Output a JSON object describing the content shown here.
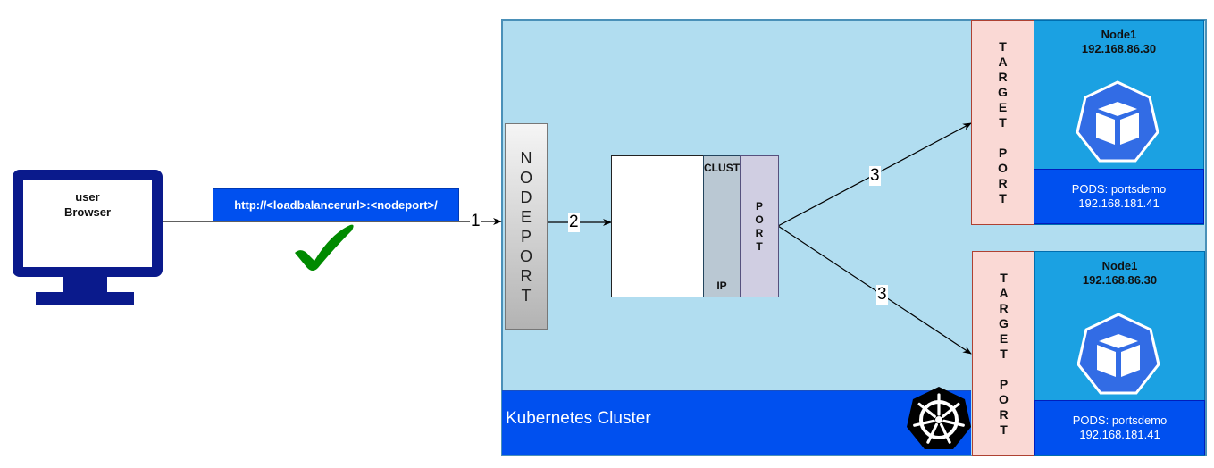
{
  "client": {
    "label_line1": "user",
    "label_line2": "Browser",
    "icon": "monitor-icon"
  },
  "request": {
    "url": "http://<loadbalancerurl>:<nodeport>/",
    "status_icon": "checkmark-icon",
    "status_color": "#008a00"
  },
  "edges": {
    "step1": "1",
    "step2": "2",
    "step3_top": "3",
    "step3_bottom": "3"
  },
  "cluster": {
    "label": "Kubernetes Cluster",
    "logo": "kubernetes-helm-icon",
    "background": "#b1ddf0",
    "band_color": "#0050ef"
  },
  "nodeport": {
    "letters": [
      "N",
      "O",
      "D",
      "E",
      "P",
      "O",
      "R",
      "T"
    ]
  },
  "service": {
    "cluster_ip_letters": [
      "C",
      "L",
      "U",
      "S",
      "T",
      "E",
      "R"
    ],
    "cluster_ip_suffix": "IP",
    "port_letters": [
      "P",
      "O",
      "R",
      "T"
    ]
  },
  "nodes": [
    {
      "target_letters_1": [
        "T",
        "A",
        "R",
        "G",
        "E",
        "T"
      ],
      "target_letters_2": [
        "P",
        "O",
        "R",
        "T"
      ],
      "name": "Node1",
      "ip": "192.168.86.30",
      "pods_label": "PODS: portsdemo",
      "pods_ip": "192.168.181.41",
      "icon": "pod-cube-icon"
    },
    {
      "target_letters_1": [
        "T",
        "A",
        "R",
        "G",
        "E",
        "T"
      ],
      "target_letters_2": [
        "P",
        "O",
        "R",
        "T"
      ],
      "name": "Node1",
      "ip": "192.168.86.30",
      "pods_label": "PODS: portsdemo",
      "pods_ip": "192.168.181.41",
      "icon": "pod-cube-icon"
    }
  ]
}
